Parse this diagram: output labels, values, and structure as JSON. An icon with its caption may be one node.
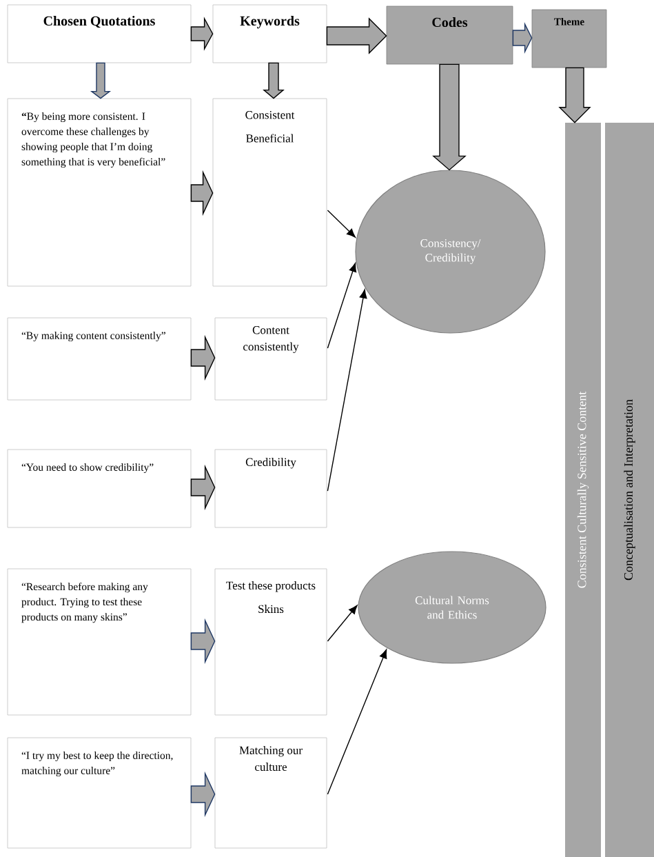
{
  "diagram": {
    "nodes": [
      {
        "text": [
          "Chosen Quotations"
        ]
      },
      {
        "text": [
          "Keywords"
        ]
      },
      {
        "text": [
          "Codes"
        ]
      },
      {
        "text": [
          "Theme"
        ]
      },
      {
        "text": [
          "**“**By being more consistent. I overcome these challenges by showing people that I’m doing something that is very beneficial”"
        ]
      },
      {
        "text": [
          "Consistent",
          "Beneficial"
        ]
      },
      {
        "text": [
          "“By making content consistently”"
        ]
      },
      {
        "text": [
          "Content consistently"
        ]
      },
      {
        "text": [
          "“You need to show credibility”"
        ]
      },
      {
        "text": [
          "Credibility"
        ]
      },
      {
        "text": [
          "“Research before making any product. Trying to test these products on many skins”"
        ]
      },
      {
        "text": [
          "Test these products",
          "Skins"
        ]
      },
      {
        "text": [
          "“I try my best to keep the direction, matching our culture”"
        ]
      },
      {
        "text": [
          "Matching our culture"
        ]
      },
      {
        "text": [
          "Consistency/ Credibility"
        ]
      },
      {
        "text": [
          "Cultural Norms and Ethics"
        ]
      },
      {
        "text": [
          "Consistent Culturally Sensitive Content"
        ]
      },
      {
        "text": [
          "Conceptualisation and Interpretation"
        ]
      }
    ],
    "edges": [
      {
        "from": 0,
        "to": 1,
        "arrow": "to",
        "style": "thick"
      },
      {
        "from": 1,
        "to": 2,
        "arrow": "to",
        "style": "thick"
      },
      {
        "from": 2,
        "to": 3,
        "arrow": "to",
        "style": "thick",
        "color": "#1f3864"
      },
      {
        "from": 0,
        "to": 4,
        "arrow": "to",
        "style": "thick",
        "color": "#1f3864"
      },
      {
        "from": 1,
        "to": 5,
        "arrow": "to",
        "style": "thick"
      },
      {
        "from": 2,
        "to": 14,
        "arrow": "to",
        "style": "thick"
      },
      {
        "from": 3,
        "to": 16,
        "arrow": "to",
        "style": "thick"
      },
      {
        "from": 4,
        "to": 5,
        "arrow": "to",
        "style": "thick"
      },
      {
        "from": 6,
        "to": 7,
        "arrow": "to",
        "style": "thick"
      },
      {
        "from": 8,
        "to": 9,
        "arrow": "to",
        "style": "thick"
      },
      {
        "from": 10,
        "to": 11,
        "arrow": "to",
        "style": "thick",
        "color": "#1f3864"
      },
      {
        "from": 12,
        "to": 13,
        "arrow": "to",
        "style": "thick",
        "color": "#1f3864"
      },
      {
        "from": 5,
        "to": 14,
        "arrow": "to"
      },
      {
        "from": 7,
        "to": 14,
        "arrow": "to"
      },
      {
        "from": 9,
        "to": 14,
        "arrow": "to"
      },
      {
        "from": 11,
        "to": 15,
        "arrow": "to"
      },
      {
        "from": 13,
        "to": 15,
        "arrow": "to"
      }
    ]
  }
}
